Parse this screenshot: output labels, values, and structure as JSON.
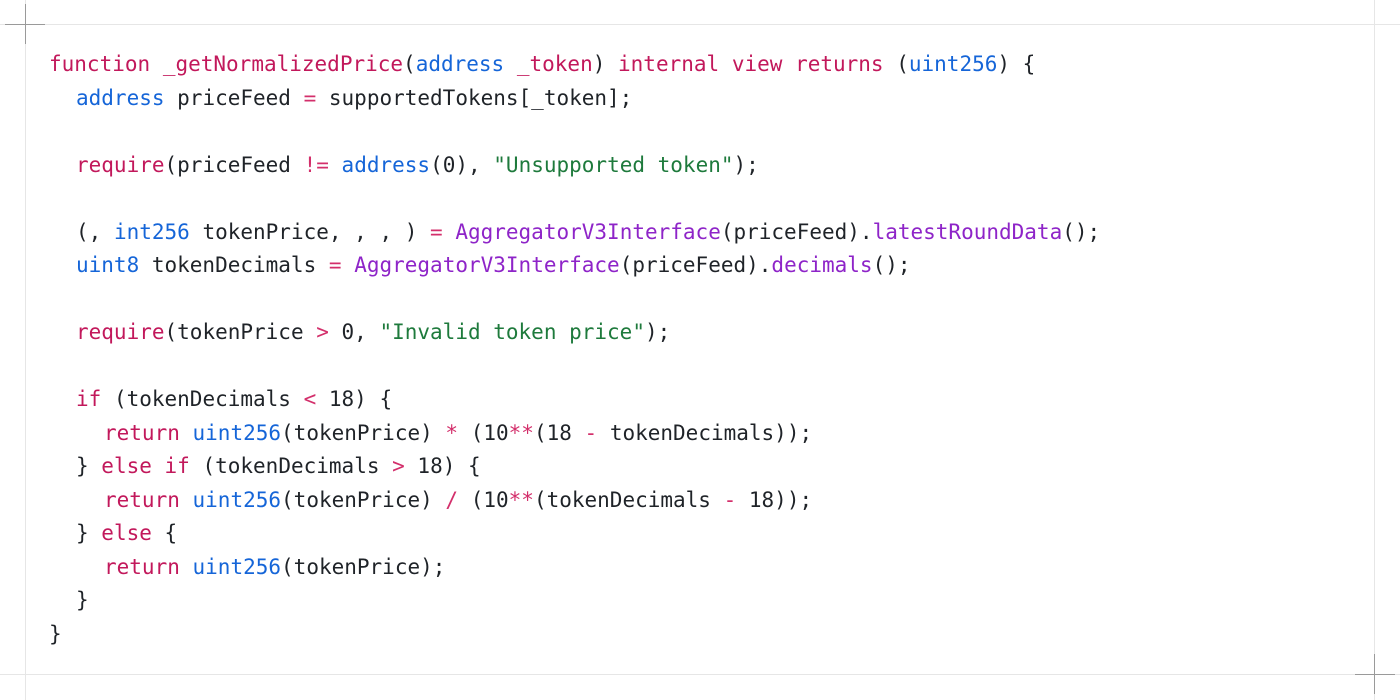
{
  "code": {
    "language": "solidity",
    "lines": [
      {
        "indent": 0,
        "tokens": [
          {
            "t": "kw",
            "v": "function"
          },
          {
            "t": "plain",
            "v": " "
          },
          {
            "t": "fn",
            "v": "_getNormalizedPrice"
          },
          {
            "t": "plain",
            "v": "("
          },
          {
            "t": "type",
            "v": "address"
          },
          {
            "t": "plain",
            "v": " "
          },
          {
            "t": "param",
            "v": "_token"
          },
          {
            "t": "plain",
            "v": ") "
          },
          {
            "t": "kw",
            "v": "internal"
          },
          {
            "t": "plain",
            "v": " "
          },
          {
            "t": "kw",
            "v": "view"
          },
          {
            "t": "plain",
            "v": " "
          },
          {
            "t": "kw",
            "v": "returns"
          },
          {
            "t": "plain",
            "v": " ("
          },
          {
            "t": "type",
            "v": "uint256"
          },
          {
            "t": "plain",
            "v": ") {"
          }
        ]
      },
      {
        "indent": 1,
        "tokens": [
          {
            "t": "type",
            "v": "address"
          },
          {
            "t": "plain",
            "v": " priceFeed "
          },
          {
            "t": "op",
            "v": "="
          },
          {
            "t": "plain",
            "v": " supportedTokens[_token];"
          }
        ]
      },
      {
        "indent": 0,
        "tokens": []
      },
      {
        "indent": 1,
        "tokens": [
          {
            "t": "kw",
            "v": "require"
          },
          {
            "t": "plain",
            "v": "(priceFeed "
          },
          {
            "t": "op",
            "v": "!="
          },
          {
            "t": "plain",
            "v": " "
          },
          {
            "t": "type",
            "v": "address"
          },
          {
            "t": "plain",
            "v": "(0), "
          },
          {
            "t": "str",
            "v": "\"Unsupported token\""
          },
          {
            "t": "plain",
            "v": ");"
          }
        ]
      },
      {
        "indent": 0,
        "tokens": []
      },
      {
        "indent": 1,
        "tokens": [
          {
            "t": "plain",
            "v": "(, "
          },
          {
            "t": "type",
            "v": "int256"
          },
          {
            "t": "plain",
            "v": " tokenPrice, , , ) "
          },
          {
            "t": "op",
            "v": "="
          },
          {
            "t": "plain",
            "v": " "
          },
          {
            "t": "call",
            "v": "AggregatorV3Interface"
          },
          {
            "t": "plain",
            "v": "(priceFeed)."
          },
          {
            "t": "call",
            "v": "latestRoundData"
          },
          {
            "t": "plain",
            "v": "();"
          }
        ]
      },
      {
        "indent": 1,
        "tokens": [
          {
            "t": "type",
            "v": "uint8"
          },
          {
            "t": "plain",
            "v": " tokenDecimals "
          },
          {
            "t": "op",
            "v": "="
          },
          {
            "t": "plain",
            "v": " "
          },
          {
            "t": "call",
            "v": "AggregatorV3Interface"
          },
          {
            "t": "plain",
            "v": "(priceFeed)."
          },
          {
            "t": "call",
            "v": "decimals"
          },
          {
            "t": "plain",
            "v": "();"
          }
        ]
      },
      {
        "indent": 0,
        "tokens": []
      },
      {
        "indent": 1,
        "tokens": [
          {
            "t": "kw",
            "v": "require"
          },
          {
            "t": "plain",
            "v": "(tokenPrice "
          },
          {
            "t": "op",
            "v": ">"
          },
          {
            "t": "plain",
            "v": " 0, "
          },
          {
            "t": "str",
            "v": "\"Invalid token price\""
          },
          {
            "t": "plain",
            "v": ");"
          }
        ]
      },
      {
        "indent": 0,
        "tokens": []
      },
      {
        "indent": 1,
        "tokens": [
          {
            "t": "kw",
            "v": "if"
          },
          {
            "t": "plain",
            "v": " (tokenDecimals "
          },
          {
            "t": "op",
            "v": "<"
          },
          {
            "t": "plain",
            "v": " 18) {"
          }
        ]
      },
      {
        "indent": 2,
        "tokens": [
          {
            "t": "kw",
            "v": "return"
          },
          {
            "t": "plain",
            "v": " "
          },
          {
            "t": "type",
            "v": "uint256"
          },
          {
            "t": "plain",
            "v": "(tokenPrice) "
          },
          {
            "t": "op",
            "v": "*"
          },
          {
            "t": "plain",
            "v": " (10"
          },
          {
            "t": "op",
            "v": "**"
          },
          {
            "t": "plain",
            "v": "(18 "
          },
          {
            "t": "op",
            "v": "-"
          },
          {
            "t": "plain",
            "v": " tokenDecimals));"
          }
        ]
      },
      {
        "indent": 1,
        "tokens": [
          {
            "t": "plain",
            "v": "} "
          },
          {
            "t": "kw",
            "v": "else"
          },
          {
            "t": "plain",
            "v": " "
          },
          {
            "t": "kw",
            "v": "if"
          },
          {
            "t": "plain",
            "v": " (tokenDecimals "
          },
          {
            "t": "op",
            "v": ">"
          },
          {
            "t": "plain",
            "v": " 18) {"
          }
        ]
      },
      {
        "indent": 2,
        "tokens": [
          {
            "t": "kw",
            "v": "return"
          },
          {
            "t": "plain",
            "v": " "
          },
          {
            "t": "type",
            "v": "uint256"
          },
          {
            "t": "plain",
            "v": "(tokenPrice) "
          },
          {
            "t": "op",
            "v": "/"
          },
          {
            "t": "plain",
            "v": " (10"
          },
          {
            "t": "op",
            "v": "**"
          },
          {
            "t": "plain",
            "v": "(tokenDecimals "
          },
          {
            "t": "op",
            "v": "-"
          },
          {
            "t": "plain",
            "v": " 18));"
          }
        ]
      },
      {
        "indent": 1,
        "tokens": [
          {
            "t": "plain",
            "v": "} "
          },
          {
            "t": "kw",
            "v": "else"
          },
          {
            "t": "plain",
            "v": " {"
          }
        ]
      },
      {
        "indent": 2,
        "tokens": [
          {
            "t": "kw",
            "v": "return"
          },
          {
            "t": "plain",
            "v": " "
          },
          {
            "t": "type",
            "v": "uint256"
          },
          {
            "t": "plain",
            "v": "(tokenPrice);"
          }
        ]
      },
      {
        "indent": 1,
        "tokens": [
          {
            "t": "plain",
            "v": "}"
          }
        ]
      },
      {
        "indent": 0,
        "tokens": [
          {
            "t": "plain",
            "v": "}"
          }
        ]
      }
    ]
  },
  "colors": {
    "keyword": "#c2185b",
    "type": "#1565d8",
    "call": "#8e24c8",
    "string": "#1e7a3c",
    "operator": "#d32f6b",
    "text": "#1f2328",
    "background": "#ffffff"
  }
}
